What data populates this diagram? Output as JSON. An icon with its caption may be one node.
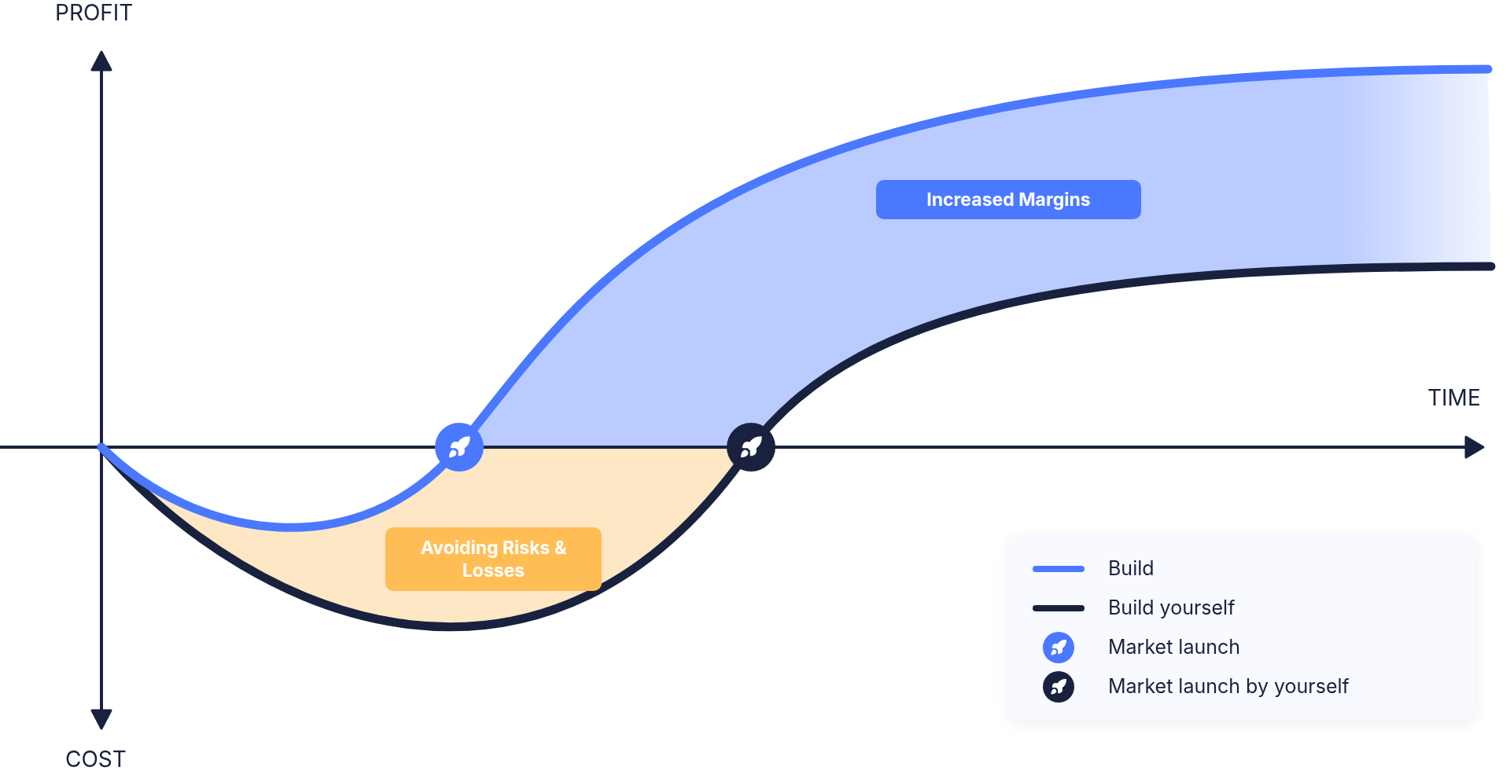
{
  "diagram": {
    "nodes": [
      {
        "text": [
          "Increased Margins"
        ]
      },
      {
        "text": [
          "Avoiding Risks & Losses"
        ]
      }
    ],
    "labels": [
      "PROFIT",
      "TIME",
      "COST"
    ],
    "legend": [
      {
        "text": "Build"
      },
      {
        "text": "Build yourself"
      },
      {
        "text": "Market launch"
      },
      {
        "text": "Market launch by yourself"
      }
    ]
  }
}
